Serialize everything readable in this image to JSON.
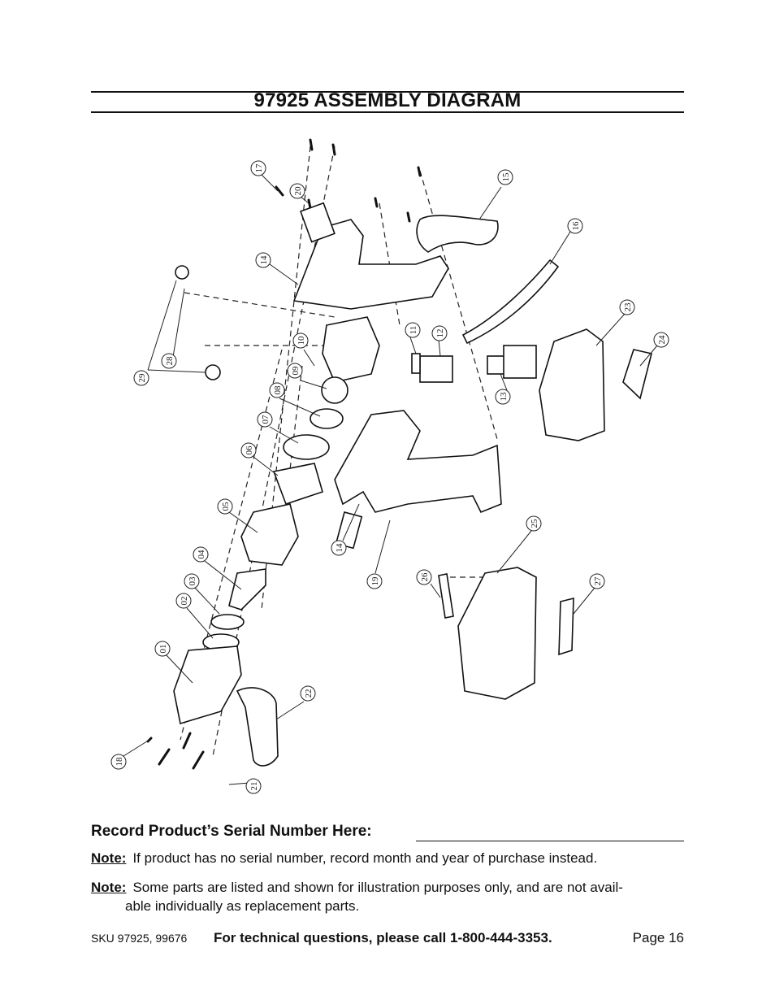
{
  "page": {
    "title": "97925 ASSEMBLY DIAGRAM",
    "serial_label": "Record Product’s Serial Number Here:",
    "notes": [
      {
        "label": "Note:",
        "text": "If product has no serial number, record month and year of purchase instead."
      },
      {
        "label": "Note:",
        "text_line1": "Some parts are listed and shown for illustration purposes only, and are not avail-",
        "text_line2": "able individually as replacement parts."
      }
    ],
    "footer": {
      "sku": "SKU 97925, 99676",
      "tech": "For technical questions, please call 1-800-444-3353.",
      "page": "Page 16"
    }
  },
  "diagram": {
    "callouts": [
      "17",
      "20",
      "15",
      "16",
      "14",
      "23",
      "24",
      "10",
      "11",
      "12",
      "13",
      "28",
      "29",
      "09",
      "08",
      "07",
      "06",
      "05",
      "04",
      "03",
      "02",
      "01",
      "14",
      "19",
      "25",
      "26",
      "27",
      "22",
      "18",
      "21"
    ]
  }
}
